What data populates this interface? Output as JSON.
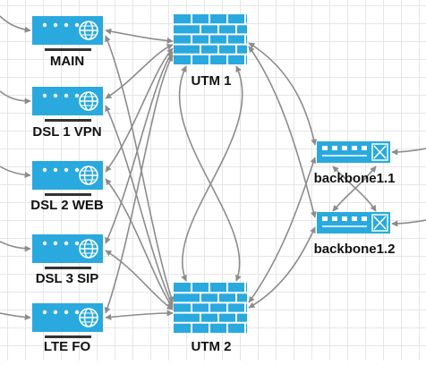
{
  "diagram": {
    "colors": {
      "device": "#29a9de",
      "device_dark": "#1d8fc0",
      "detail": "#ffffff",
      "edge": "#8c8c8c",
      "label": "#111111"
    },
    "nodes": {
      "main": {
        "label": "MAIN",
        "kind": "router"
      },
      "dsl1": {
        "label": "DSL 1 VPN",
        "kind": "router"
      },
      "dsl2": {
        "label": "DSL 2 WEB",
        "kind": "router"
      },
      "dsl3": {
        "label": "DSL 3 SIP",
        "kind": "router"
      },
      "lte": {
        "label": "LTE FO",
        "kind": "router"
      },
      "utm1": {
        "label": "UTM 1",
        "kind": "firewall"
      },
      "utm2": {
        "label": "UTM 2",
        "kind": "firewall"
      },
      "bb1": {
        "label": "backbone1.1",
        "kind": "switch"
      },
      "bb2": {
        "label": "backbone1.2",
        "kind": "switch"
      }
    },
    "edges": [
      {
        "from": "external",
        "to": "main"
      },
      {
        "from": "external",
        "to": "dsl1"
      },
      {
        "from": "external",
        "to": "dsl2"
      },
      {
        "from": "external",
        "to": "dsl3"
      },
      {
        "from": "external",
        "to": "lte"
      },
      {
        "from": "main",
        "to": "utm1",
        "bidirectional": true
      },
      {
        "from": "main",
        "to": "utm2",
        "bidirectional": true
      },
      {
        "from": "dsl1",
        "to": "utm1",
        "bidirectional": true
      },
      {
        "from": "dsl1",
        "to": "utm2",
        "bidirectional": true
      },
      {
        "from": "dsl2",
        "to": "utm1",
        "bidirectional": true
      },
      {
        "from": "dsl2",
        "to": "utm2",
        "bidirectional": true
      },
      {
        "from": "dsl3",
        "to": "utm1",
        "bidirectional": true
      },
      {
        "from": "dsl3",
        "to": "utm2",
        "bidirectional": true
      },
      {
        "from": "lte",
        "to": "utm1",
        "bidirectional": true
      },
      {
        "from": "lte",
        "to": "utm2",
        "bidirectional": true
      },
      {
        "from": "utm1",
        "to": "utm2",
        "bidirectional": true
      },
      {
        "from": "utm1",
        "to": "bb1",
        "bidirectional": true
      },
      {
        "from": "utm1",
        "to": "bb2",
        "bidirectional": true
      },
      {
        "from": "utm2",
        "to": "bb1",
        "bidirectional": true
      },
      {
        "from": "utm2",
        "to": "bb2",
        "bidirectional": true
      },
      {
        "from": "bb1",
        "to": "bb2",
        "bidirectional": true
      },
      {
        "from": "external",
        "to": "bb1"
      },
      {
        "from": "external",
        "to": "bb2"
      }
    ]
  }
}
